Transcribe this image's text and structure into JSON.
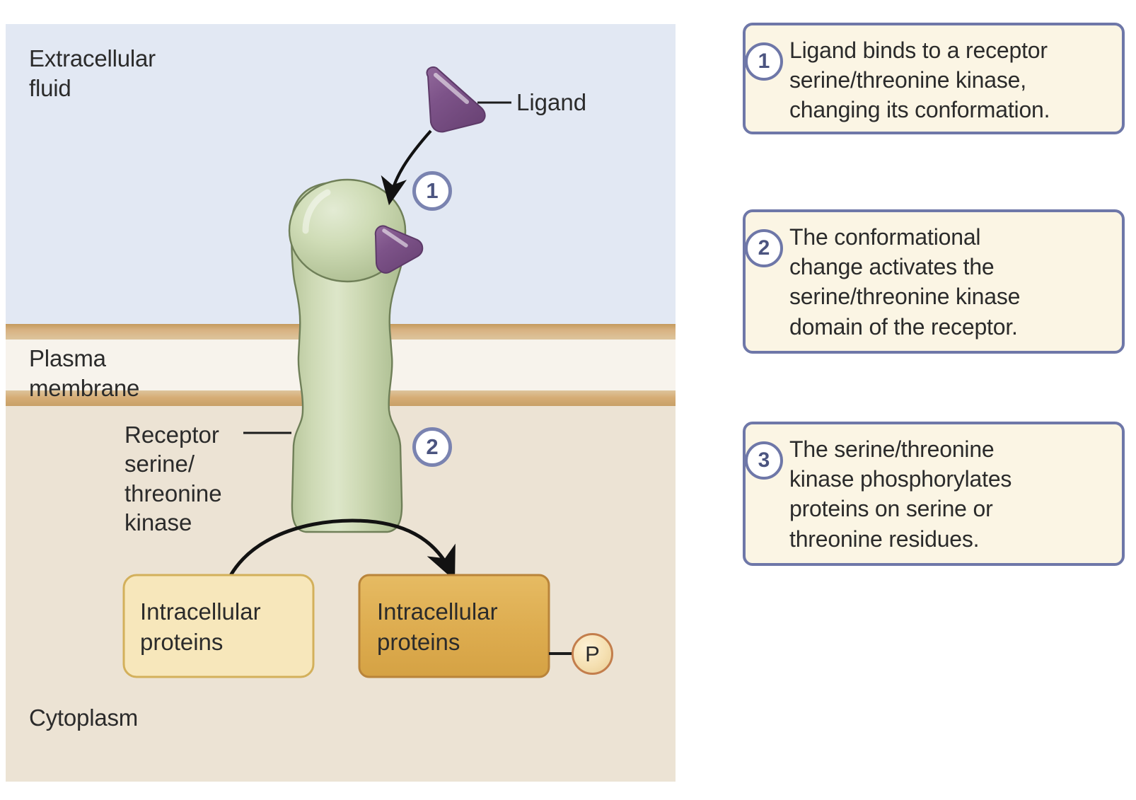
{
  "diagram": {
    "regions": {
      "extracellular_fluid": "Extracellular\nfluid",
      "plasma_membrane": "Plasma\nmembrane",
      "cytoplasm": "Cytoplasm"
    },
    "labels": {
      "ligand": "Ligand",
      "receptor": "Receptor\nserine/\nthreonine\nkinase",
      "proteins_unphosphorylated": "Intracellular\nproteins",
      "proteins_phosphorylated": "Intracellular\nproteins",
      "phosphate": "P"
    },
    "step_markers": {
      "one": "1",
      "two": "2"
    }
  },
  "callouts": [
    {
      "number": "1",
      "text": "Ligand binds to a receptor\nserine/threonine kinase,\nchanging its conformation."
    },
    {
      "number": "2",
      "text": "The conformational\nchange activates the\nserine/threonine kinase\ndomain of the receptor."
    },
    {
      "number": "3",
      "text": "The serine/threonine\nkinase phosphorylates\nproteins on serine or\nthreonine residues."
    }
  ],
  "colors": {
    "extracellular_fluid": "#e2e8f3",
    "membrane_core": "#f7f3ec",
    "membrane_edge": "#d2ab74",
    "cytoplasm": "#ece3d4",
    "ligand": "#7a5286",
    "receptor": "#c6d3ab",
    "protein_box_inactive": "#f7e7bb",
    "protein_box_active": "#dfae52",
    "callout_fill": "#fbf5e4",
    "callout_border": "#6e77a8",
    "text": "#2b2b2b"
  }
}
